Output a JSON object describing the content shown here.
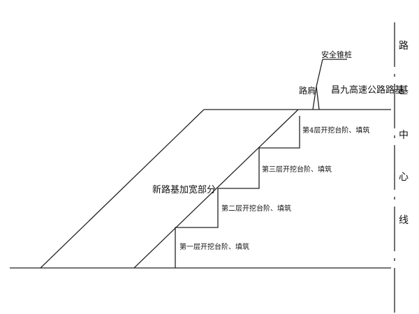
{
  "labels": {
    "safety_guard": "安全锥桩",
    "shoulder": "路肩",
    "existing_roadbed": "昌九高速公路路基",
    "new_widening": "新路基加宽部分",
    "step_4": "第4层开挖台阶、填筑",
    "step_3": "第三层开挖台阶、填筑",
    "step_2": "第二层开挖台阶、填筑",
    "step_1": "第一层开挖台阶、填筑",
    "centerline": [
      "路",
      "基",
      "中",
      "心",
      "线"
    ]
  }
}
